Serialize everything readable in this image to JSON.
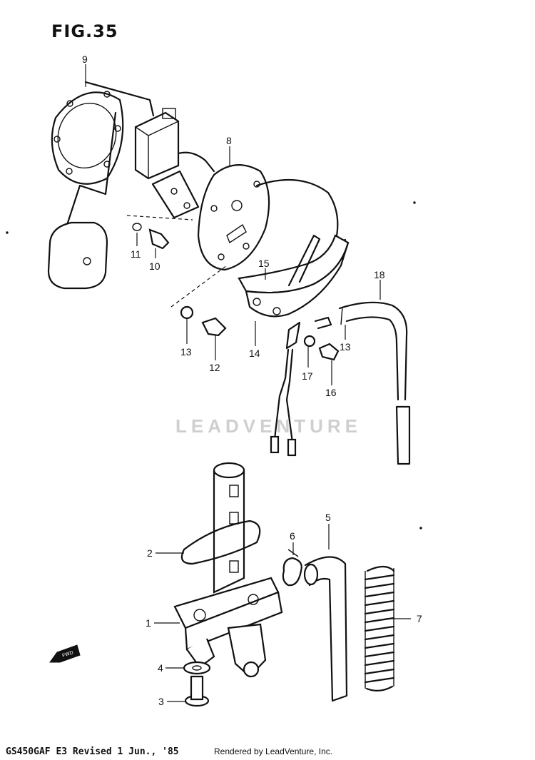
{
  "figure": {
    "title": "FIG.35"
  },
  "footer": {
    "model_revision": "GS450GAF E3  Revised 1 Jun., '85",
    "rendered_by": "Rendered by LeadVenture, Inc."
  },
  "watermark": {
    "text": "LEADVENTURE"
  },
  "callouts": [
    {
      "label": "9"
    },
    {
      "label": "8"
    },
    {
      "label": "11"
    },
    {
      "label": "10"
    },
    {
      "label": "15"
    },
    {
      "label": "18"
    },
    {
      "label": "13"
    },
    {
      "label": "12"
    },
    {
      "label": "14"
    },
    {
      "label": "13"
    },
    {
      "label": "17"
    },
    {
      "label": "16"
    },
    {
      "label": "5"
    },
    {
      "label": "6"
    },
    {
      "label": "2"
    },
    {
      "label": "7"
    },
    {
      "label": "1"
    },
    {
      "label": "4"
    },
    {
      "label": "3"
    }
  ],
  "icons": {
    "front_arrow": "fwd-arrow-icon"
  }
}
